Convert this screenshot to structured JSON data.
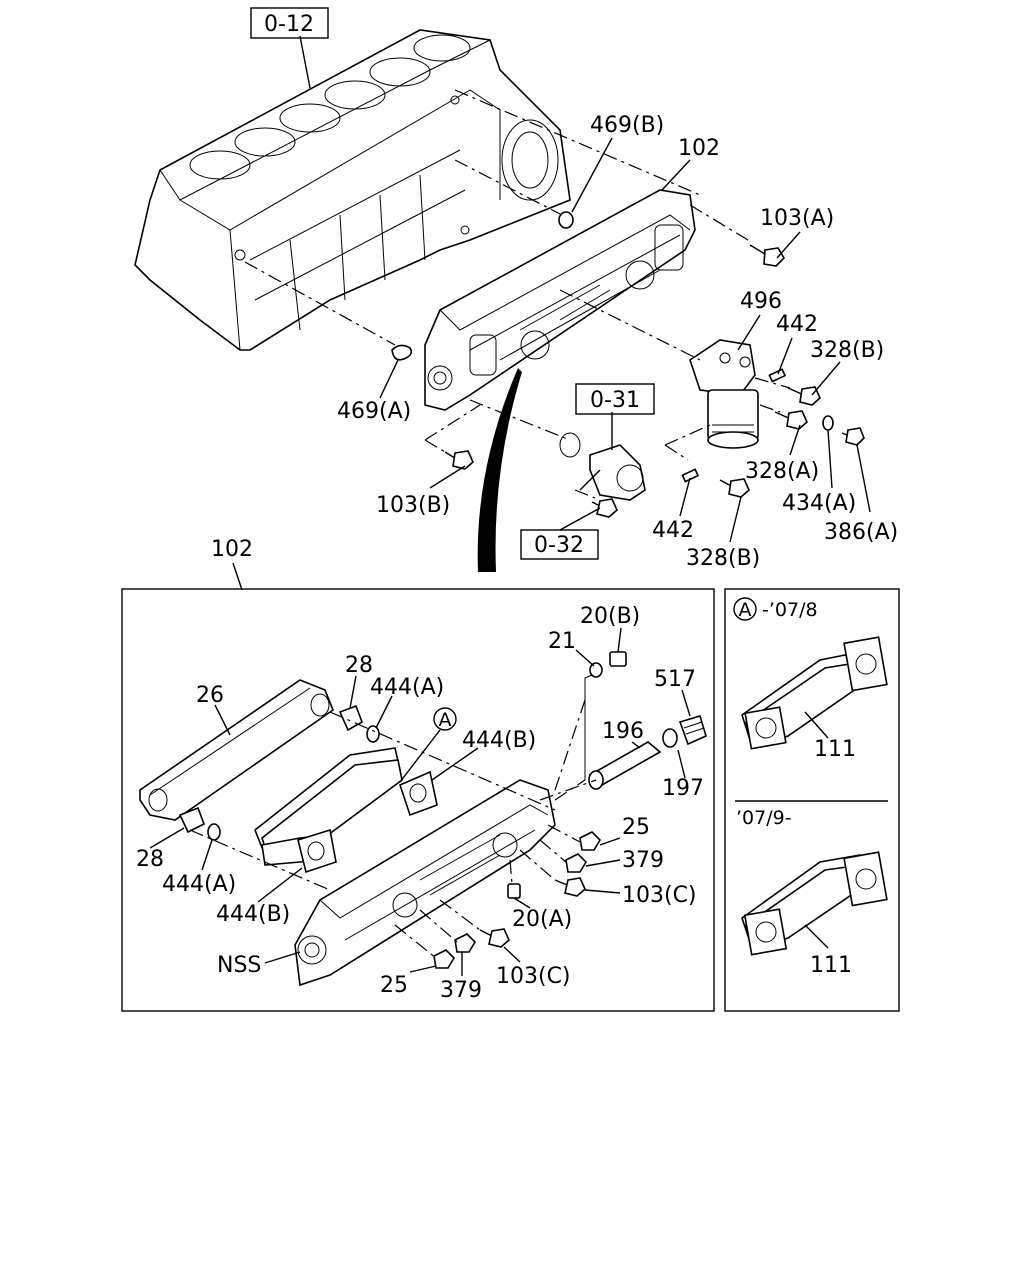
{
  "references": {
    "block": "0-12",
    "oil_filter": "0-31",
    "filter_base": "0-32"
  },
  "upper_callouts": {
    "o_ring_b": "469(B)",
    "cooler_assembly": "102",
    "bolt_103a": "103(A)",
    "filter_body": "496",
    "clip_442_top": "442",
    "bolt_328b_top": "328(B)",
    "o_ring_a": "469(A)",
    "bolt_328a": "328(A)",
    "gasket_434a": "434(A)",
    "bolt_103b": "103(B)",
    "clip_442_bottom": "442",
    "bolt_386a": "386(A)",
    "bolt_328b_bottom": "328(B)"
  },
  "detail": {
    "title": "102",
    "callouts": {
      "plug_20b": "20(B)",
      "washer_21": "21",
      "gasket_28_top": "28",
      "o_ring_444a_top": "444(A)",
      "plate_26": "26",
      "mark_a": "A",
      "plug_517": "517",
      "gasket_444b_top": "444(B)",
      "valve_196": "196",
      "o_ring_197": "197",
      "nut_25_right": "25",
      "gasket_28_bottom": "28",
      "nut_379_right": "379",
      "o_ring_444a_bottom": "444(A)",
      "bolt_103c_right": "103(C)",
      "gasket_444b_bottom": "444(B)",
      "plug_20a": "20(A)",
      "nss": "NSS",
      "nut_25_bottom": "25",
      "nut_379_bottom": "379",
      "bolt_103c_bottom": "103(C)"
    }
  },
  "variant_panel": {
    "mark": "A",
    "range_1": "-’07/8",
    "part_1": "111",
    "range_2": "’07/9-",
    "part_2": "111"
  }
}
